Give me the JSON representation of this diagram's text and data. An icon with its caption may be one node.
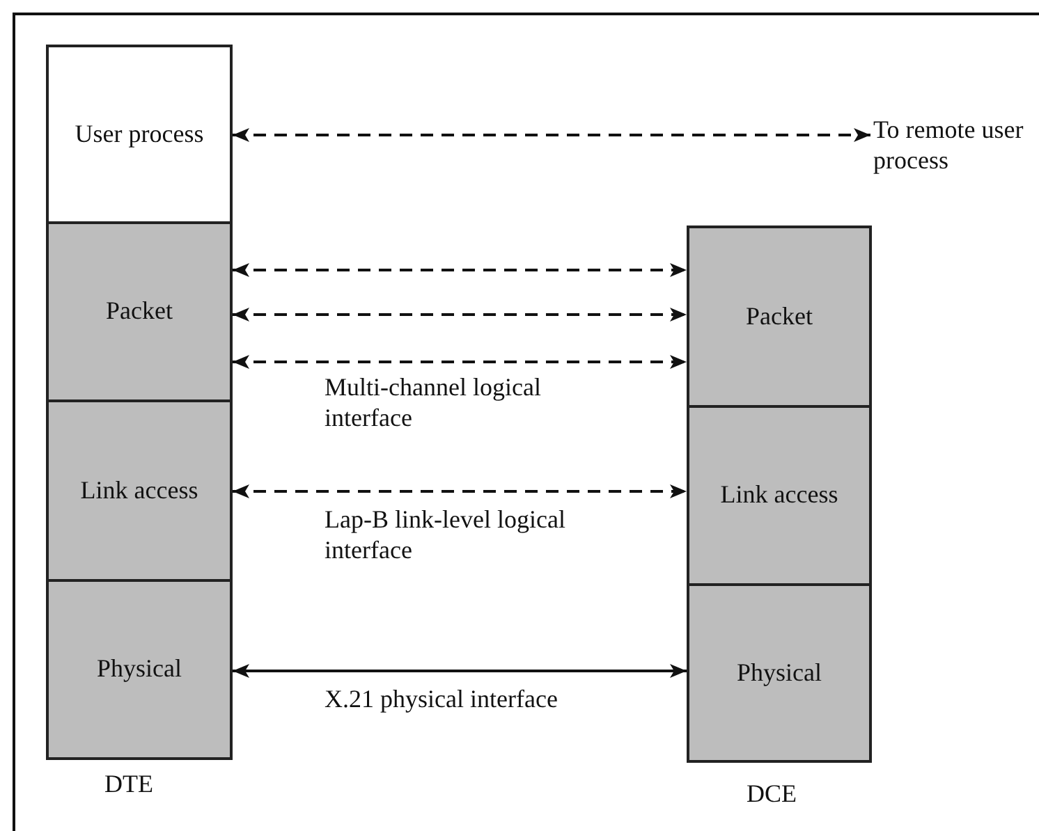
{
  "diagram": {
    "nodes": [
      {
        "text": [
          "User process"
        ]
      },
      {
        "text": [
          "Packet"
        ]
      },
      {
        "text": [
          "Link access"
        ]
      },
      {
        "text": [
          "Physical"
        ]
      },
      {
        "text": [
          "Packet"
        ]
      },
      {
        "text": [
          "Link access"
        ]
      },
      {
        "text": [
          "Physical"
        ]
      },
      {
        "text": [
          "To remote user process"
        ]
      }
    ],
    "edges": [
      {
        "from": 0,
        "to": 7,
        "arrow": "both",
        "style": "dashed"
      },
      {
        "from": 1,
        "to": 4,
        "arrow": "both",
        "style": "dashed"
      },
      {
        "from": 1,
        "to": 4,
        "arrow": "both",
        "style": "dashed"
      },
      {
        "from": 1,
        "to": 4,
        "arrow": "both",
        "style": "dashed",
        "label": "Multi-channel logical interface"
      },
      {
        "from": 2,
        "to": 5,
        "arrow": "both",
        "style": "dashed",
        "label": "Lap-B link-level logical interface"
      },
      {
        "from": 3,
        "to": 6,
        "arrow": "both",
        "label": "X.21 physical interface"
      }
    ],
    "labels": [
      "DTE",
      "DCE"
    ]
  }
}
